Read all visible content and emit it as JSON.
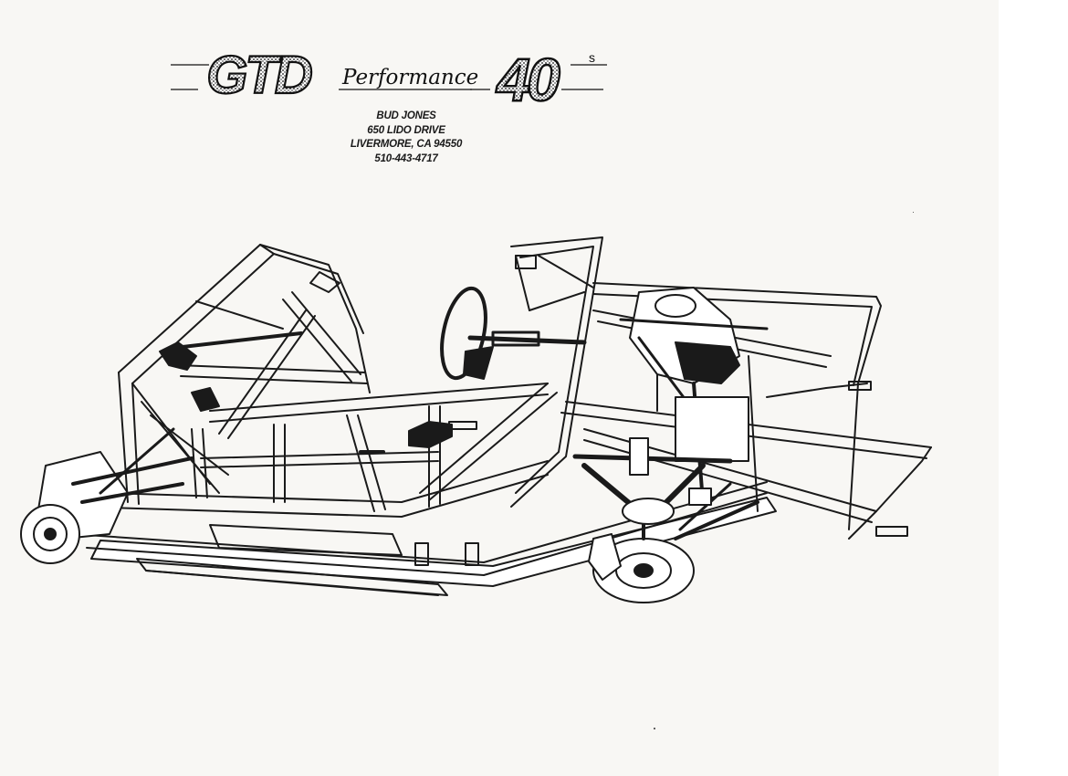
{
  "logo": {
    "brand_letters": "GTD",
    "word": "Performance",
    "model_number": "40",
    "model_suffix": "s"
  },
  "contact": {
    "name": "BUD JONES",
    "street": "650 LIDO DRIVE",
    "city_state_zip": "LIVERMORE, CA 94550",
    "phone": "510-443-4717"
  },
  "illustration": {
    "subject": "chassis-frame-drawing",
    "line_color": "#1a1a1a",
    "paper_color": "#f8f7f4"
  }
}
